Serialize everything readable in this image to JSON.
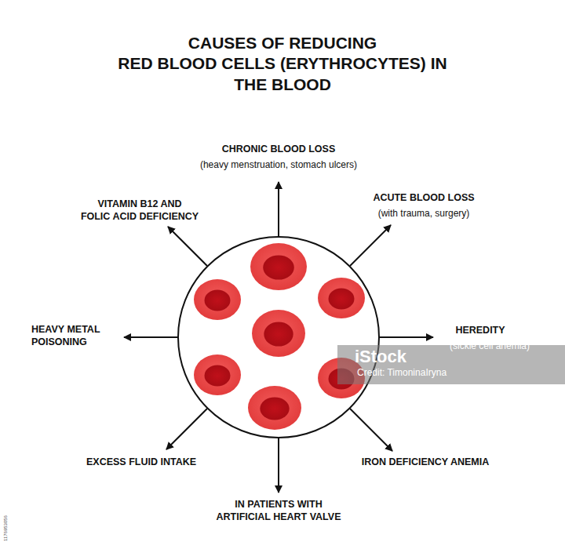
{
  "diagram": {
    "title": "CAUSES OF REDUCING RED BLOOD CELLS (ERYTHROCYTES) IN THE BLOOD",
    "labels": [
      "CHRONIC BLOOD LOSS",
      "(heavy menstruation, stomach ulcers)",
      "VITAMIN B12 AND FOLIC ACID DEFICIENCY",
      "ACUTE BLOOD LOSS",
      "(with trauma, surgery)",
      "HEAVY METAL POISONING",
      "HEREDITY",
      "(sickle cell anemia)",
      "EXCESS FLUID INTAKE",
      "IRON DEFICIENCY ANEMIA",
      "IN PATIENTS WITH ARTIFICIAL HEART VALVE",
      "iStock",
      "Credit: TimoninaIryna",
      "1176953056"
    ]
  }
}
